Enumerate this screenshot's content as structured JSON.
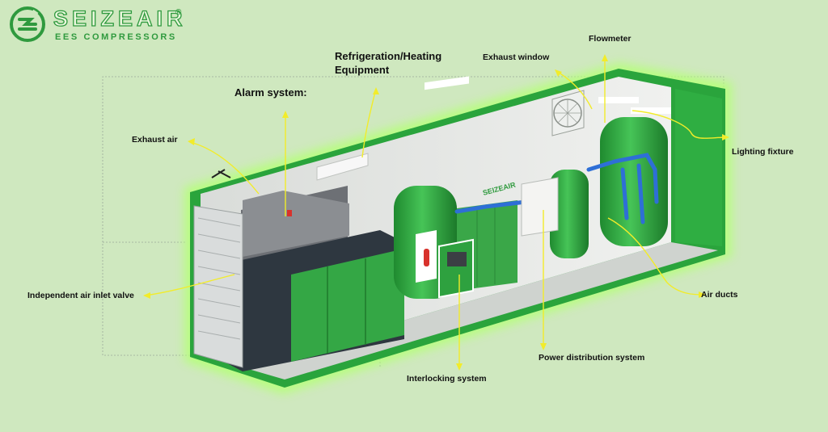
{
  "brand": {
    "name": "SEIZEAIR",
    "registered": "®",
    "tagline": "EES COMPRESSORS",
    "wall_logo": "SEIZEAIR",
    "color": "#2f9a3e"
  },
  "labels": {
    "refrigeration_heating": "Refrigeration/Heating\nEquipment",
    "alarm_system": "Alarm system:",
    "exhaust_window": "Exhaust window",
    "flowmeter": "Flowmeter",
    "exhaust_air": "Exhaust air",
    "lighting_fixture": "Lighting fixture",
    "independent_air_inlet_valve": "Independent air inlet valve",
    "air_ducts": "Air ducts",
    "power_distribution_system": "Power distribution system",
    "interlocking_system": "Interlocking system"
  },
  "colors": {
    "background": "#cfe8bf",
    "container_green": "#27a33a",
    "glow": "#b6ff7a",
    "arrow": "#f2ec2a",
    "unit_panel": "#2e3740",
    "equipment_green": "#35a845"
  }
}
